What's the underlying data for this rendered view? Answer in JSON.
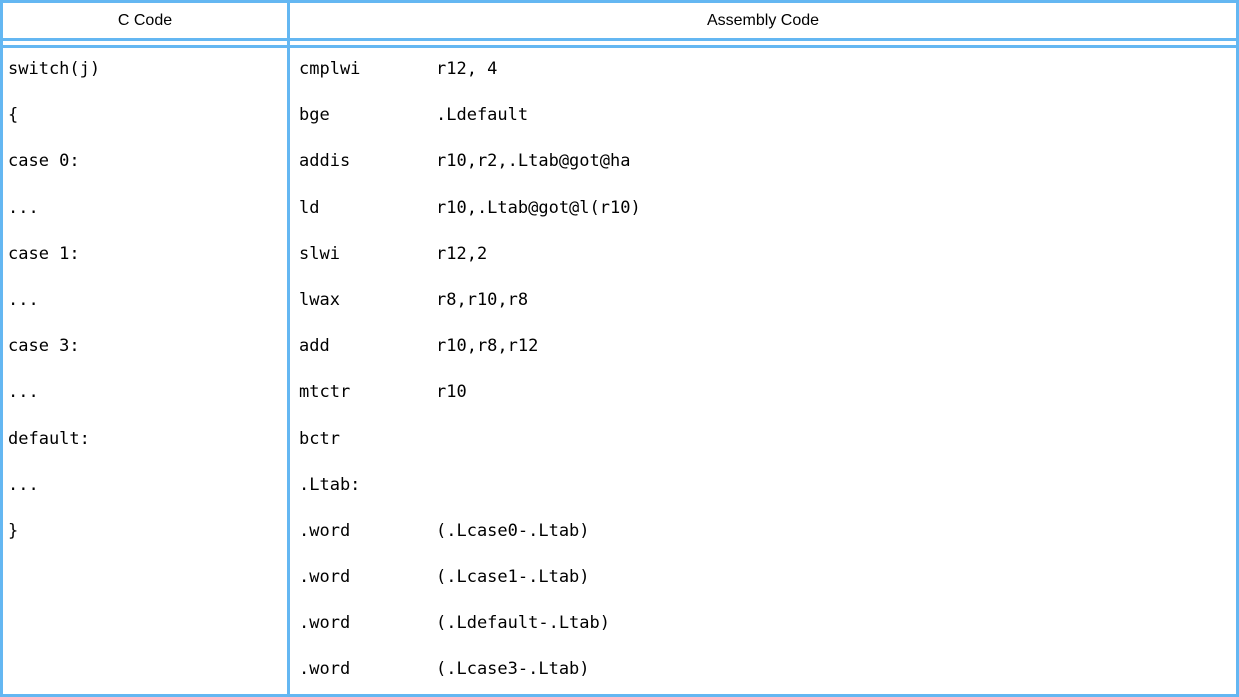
{
  "table": {
    "headers": [
      {
        "label": "C Code"
      },
      {
        "label": "Assembly Code"
      }
    ],
    "c_code_lines": [
      "switch(j)",
      "{",
      "case 0:",
      "...",
      "case 1:",
      "...",
      "case 3:",
      "...",
      "default:",
      "...",
      "}"
    ],
    "assembly_lines": [
      {
        "mnemonic": "cmplwi",
        "operands": "r12, 4"
      },
      {
        "mnemonic": "bge",
        "operands": ".Ldefault"
      },
      {
        "mnemonic": "addis",
        "operands": "r10,r2,.Ltab@got@ha"
      },
      {
        "mnemonic": "ld",
        "operands": "r10,.Ltab@got@l(r10)"
      },
      {
        "mnemonic": "slwi",
        "operands": "r12,2"
      },
      {
        "mnemonic": "lwax",
        "operands": "r8,r10,r8"
      },
      {
        "mnemonic": "add",
        "operands": "r10,r8,r12"
      },
      {
        "mnemonic": "mtctr",
        "operands": "r10"
      },
      {
        "mnemonic": "bctr",
        "operands": ""
      },
      {
        "mnemonic": ".Ltab:",
        "operands": ""
      },
      {
        "mnemonic": ".word",
        "operands": "(.Lcase0-.Ltab)"
      },
      {
        "mnemonic": ".word",
        "operands": "(.Lcase1-.Ltab)"
      },
      {
        "mnemonic": ".word",
        "operands": "(.Ldefault-.Ltab)"
      },
      {
        "mnemonic": ".word",
        "operands": "(.Lcase3-.Ltab)"
      }
    ],
    "colors": {
      "border": "#64b7f2",
      "text": "#000000",
      "background": "#ffffff"
    }
  }
}
